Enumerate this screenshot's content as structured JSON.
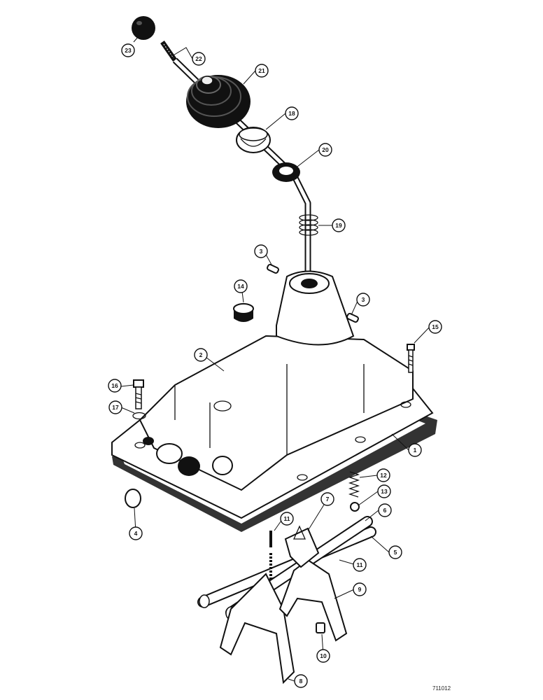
{
  "figure_id": "711012",
  "callouts": [
    {
      "id": "c23",
      "label": "23"
    },
    {
      "id": "c22",
      "label": "22"
    },
    {
      "id": "c21",
      "label": "21"
    },
    {
      "id": "c18",
      "label": "18"
    },
    {
      "id": "c20",
      "label": "20"
    },
    {
      "id": "c19",
      "label": "19"
    },
    {
      "id": "c3a",
      "label": "3"
    },
    {
      "id": "c14",
      "label": "14"
    },
    {
      "id": "c3b",
      "label": "3"
    },
    {
      "id": "c15",
      "label": "15"
    },
    {
      "id": "c2",
      "label": "2"
    },
    {
      "id": "c16",
      "label": "16"
    },
    {
      "id": "c17",
      "label": "17"
    },
    {
      "id": "c1",
      "label": "1"
    },
    {
      "id": "c12",
      "label": "12"
    },
    {
      "id": "c13",
      "label": "13"
    },
    {
      "id": "c6",
      "label": "6"
    },
    {
      "id": "c7",
      "label": "7"
    },
    {
      "id": "c11a",
      "label": "11"
    },
    {
      "id": "c4",
      "label": "4"
    },
    {
      "id": "c5",
      "label": "5"
    },
    {
      "id": "c11b",
      "label": "11"
    },
    {
      "id": "c9",
      "label": "9"
    },
    {
      "id": "c10",
      "label": "10"
    },
    {
      "id": "c8",
      "label": "8"
    }
  ]
}
